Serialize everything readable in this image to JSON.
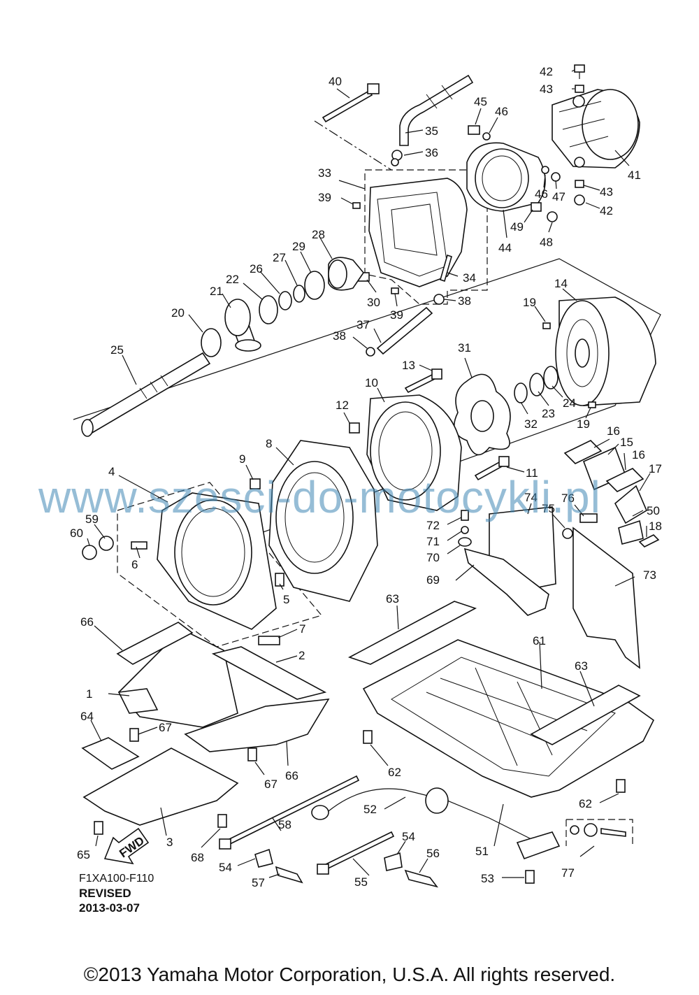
{
  "watermark": "www.szesci-do-motocykli.pl",
  "diagram_code": "F1XA100-F110",
  "revision_label": "REVISED",
  "revision_date": "2013-03-07",
  "copyright": "©2013 Yamaha Motor Corporation, U.S.A. All rights reserved.",
  "fwd_label": "FWD",
  "callouts": [
    "1",
    "2",
    "3",
    "4",
    "5",
    "6",
    "7",
    "8",
    "9",
    "10",
    "11",
    "12",
    "13",
    "14",
    "15",
    "16",
    "16",
    "17",
    "18",
    "19",
    "19",
    "20",
    "21",
    "22",
    "23",
    "24",
    "25",
    "26",
    "27",
    "28",
    "29",
    "30",
    "31",
    "32",
    "33",
    "34",
    "35",
    "36",
    "37",
    "38",
    "38",
    "39",
    "39",
    "40",
    "41",
    "42",
    "42",
    "43",
    "43",
    "44",
    "45",
    "46",
    "46",
    "47",
    "48",
    "49",
    "50",
    "51",
    "52",
    "53",
    "54",
    "54",
    "55",
    "56",
    "57",
    "58",
    "59",
    "60",
    "61",
    "62",
    "62",
    "63",
    "63",
    "64",
    "65",
    "66",
    "66",
    "67",
    "67",
    "68",
    "69",
    "70",
    "71",
    "72",
    "73",
    "74",
    "75",
    "76",
    "77"
  ]
}
